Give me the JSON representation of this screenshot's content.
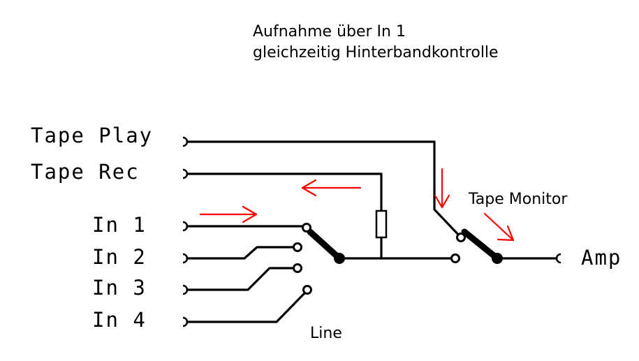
{
  "title": {
    "line1": "Aufnahme über In 1",
    "line2": "gleichzeitig Hinterbandkontrolle"
  },
  "ports": {
    "tape_play": "Tape Play",
    "tape_rec": "Tape Rec",
    "in1": "In 1",
    "in2": "In 2",
    "in3": "In 3",
    "in4": "In 4",
    "amp": "Amp"
  },
  "switch_labels": {
    "line": "Line",
    "tape_monitor": "Tape Monitor"
  },
  "colors": {
    "wire": "#000000",
    "signal_arrow": "#ff0000",
    "background": "#ffffff"
  }
}
